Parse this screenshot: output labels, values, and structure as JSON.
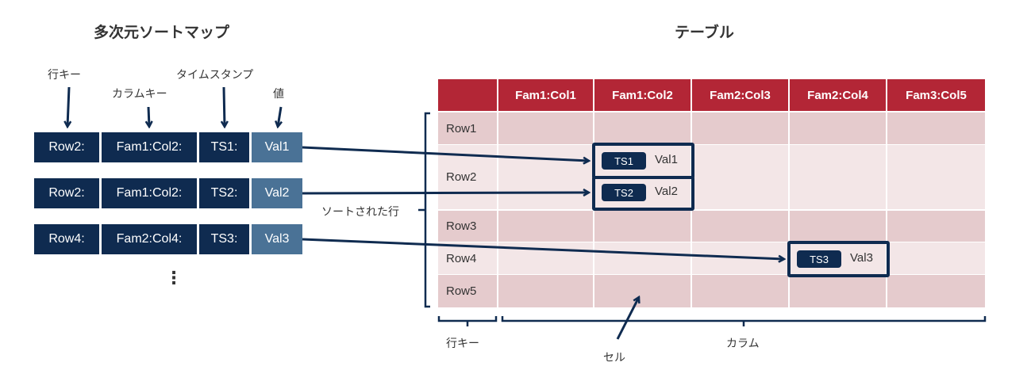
{
  "left": {
    "title": "多次元ソートマップ",
    "labels": {
      "row_key": "行キー",
      "column_key": "カラムキー",
      "timestamp": "タイムスタンプ",
      "value": "値"
    },
    "entries": [
      {
        "row": "Row2:",
        "column": "Fam1:Col2:",
        "ts": "TS1:",
        "value": "Val1"
      },
      {
        "row": "Row2:",
        "column": "Fam1:Col2:",
        "ts": "TS2:",
        "value": "Val2"
      },
      {
        "row": "Row4:",
        "column": "Fam2:Col4:",
        "ts": "TS3:",
        "value": "Val3"
      }
    ],
    "ellipsis": "⋮",
    "sorted_rows_label": "ソートされた行"
  },
  "right": {
    "title": "テーブル",
    "columns": [
      "",
      "Fam1:Col1",
      "Fam1:Col2",
      "Fam2:Col3",
      "Fam2:Col4",
      "Fam3:Col5"
    ],
    "rows": [
      "Row1",
      "Row2",
      "Row3",
      "Row4",
      "Row5"
    ],
    "cells": [
      {
        "row": "Row2",
        "column": "Fam1:Col2",
        "versions": [
          {
            "ts": "TS1",
            "value": "Val1"
          },
          {
            "ts": "TS2",
            "value": "Val2"
          }
        ]
      },
      {
        "row": "Row4",
        "column": "Fam2:Col4",
        "versions": [
          {
            "ts": "TS3",
            "value": "Val3"
          }
        ]
      }
    ],
    "bottom_labels": {
      "row_key": "行キー",
      "cell": "セル",
      "columns": "カラム"
    }
  },
  "colors": {
    "navy": "#0f2b50",
    "value_blue": "#4a7296",
    "header_red": "#b32636",
    "row_dark": "#e5cbcd",
    "row_light": "#f3e6e7"
  }
}
